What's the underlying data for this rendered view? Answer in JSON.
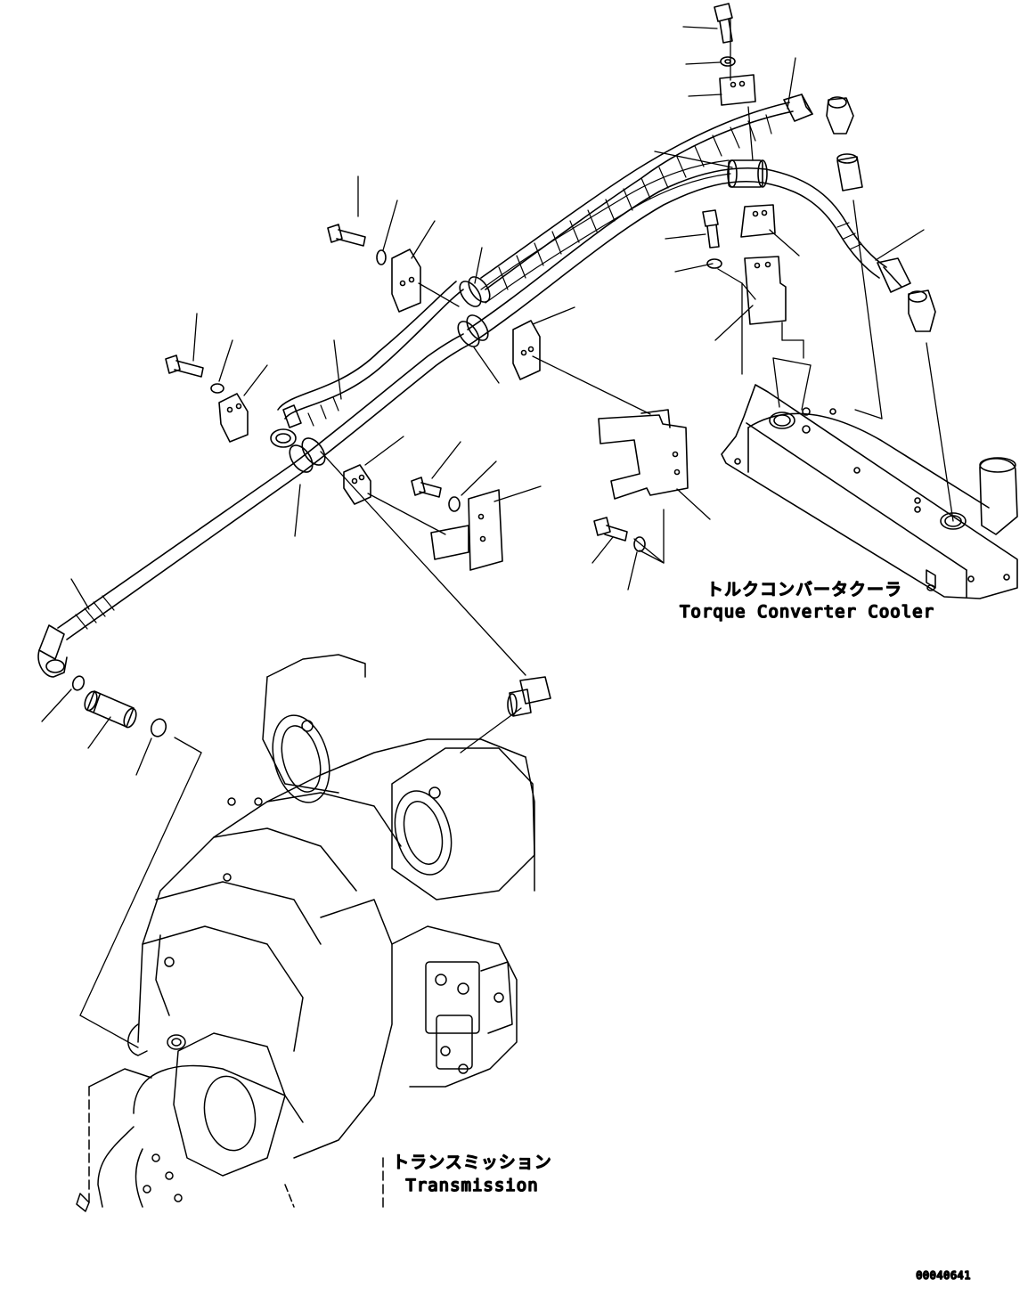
{
  "labels": {
    "cooler_jp": "トルクコンバータクーラ",
    "cooler_en": "Torque Converter Cooler",
    "transmission_jp": "トランスミッション",
    "transmission_en": "Transmission"
  },
  "drawing_number": "00040641"
}
